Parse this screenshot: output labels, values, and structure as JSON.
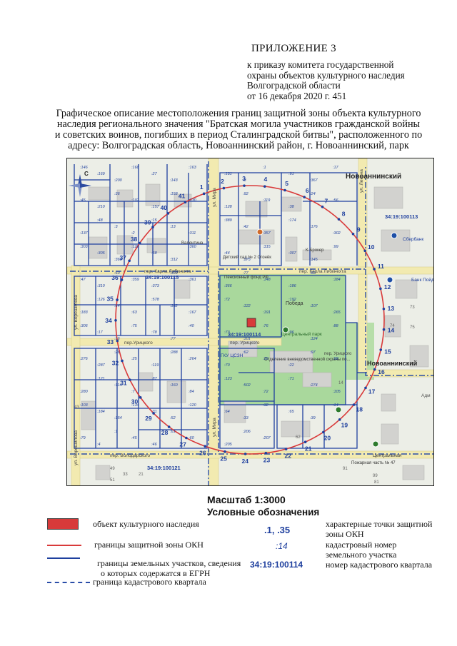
{
  "header": {
    "title": "ПРИЛОЖЕНИЕ 3",
    "lines": [
      "к  приказу  комитета  государственной",
      "охраны объектов культурного наследия",
      "Волгоградской области",
      "от 16 декабря 2020 г.  451"
    ]
  },
  "heading": "Графическое описание местоположения границ защитной зоны объекта культурного наследия регионального значения \"Братская могила участников гражданской войны и советских воинов, погибших в период Сталинградской битвы\", расположенного по адресу: Волгоградская область, Новоаннинский район, г. Новоаннинский, парк",
  "map": {
    "compass": "С",
    "quarters": [
      "34:19:100113",
      "34:19:100115",
      "34:19:100114",
      "34:19:100121"
    ],
    "streets": [
      "ул. Ленина",
      "ул. Мира",
      "пер. Карла Либкнехта",
      "пер. Карла Либкнехта",
      "пер.Урицкого",
      "пер. Урицкого",
      "пер. Володарского",
      "ул. Ворошилова",
      "ул. Ворошилова",
      "ул. Мира",
      "пер. Урицкого"
    ],
    "places": [
      "Новоаннинский",
      "Новоаннинский",
      "Сбербанк",
      "Банк Пойдём!",
      "Победа",
      "Центральный парк",
      "Детский сад № 2 Огонёк",
      "Пенсионный фонд РФ",
      "ГКУ ЦСЗН",
      "Отделение вневедомственной охраны по...",
      "Валентина",
      "К-Брокер",
      "Центральная",
      "Пожарная часть № 47",
      "Адм"
    ],
    "points": [
      "1",
      "2",
      "3",
      "4",
      "5",
      "6",
      "7",
      "8",
      "9",
      "10",
      "11",
      "12",
      "13",
      "14",
      "15",
      "16",
      "17",
      "18",
      "19",
      "20",
      "21",
      "22",
      "23",
      "24",
      "25",
      "26",
      "27",
      "28",
      "29",
      "30",
      "31",
      "32",
      "33",
      "34",
      "35",
      "36",
      "37",
      "38",
      "39",
      "40",
      "41"
    ],
    "parcels": [
      ":146",
      ":169",
      ":200",
      ":168",
      ":27",
      ":143",
      ":163",
      ":131",
      ":8",
      ":1",
      ":91",
      ":367",
      ":17",
      ":45",
      ":210",
      ":36",
      ":102",
      ":157",
      ":158",
      ":130",
      ":128",
      ":92",
      ":119",
      ":38",
      ":24",
      ":56",
      ":137",
      ":48",
      ":3",
      ":2",
      ":15",
      ":13",
      ":311",
      ":389",
      ":42",
      ":357",
      ":174",
      ":176",
      ":302",
      ":303",
      ":305",
      ":363",
      ":120",
      ":58",
      ":312",
      ":360",
      ":44",
      ":375",
      ":315",
      ":307",
      ":145",
      ":99",
      ":47",
      ":310",
      ":60",
      ":359",
      ":373",
      ":369",
      ":361",
      ":366",
      ":77",
      ":148",
      ":186",
      ":82",
      ":184",
      ":183",
      ":126",
      ":84",
      ":63",
      ":578",
      ":182",
      ":167",
      ":72",
      ":122",
      ":191",
      ":192",
      ":107",
      ":265",
      ":306",
      ":17",
      ":16",
      ":75",
      ":78",
      ":77",
      ":40",
      ":73",
      ":101",
      ":76",
      ":96",
      ":124",
      ":88",
      ":276",
      ":287",
      ":26",
      ":25",
      ":119",
      ":288",
      ":264",
      ":70",
      ":62",
      ":35",
      ":22",
      ":97",
      ":98",
      ":280",
      ":121",
      ":114",
      ":7",
      ":87",
      ":160",
      ":84",
      ":123",
      ":502",
      ":72",
      ":71",
      ":274",
      ":105",
      ":103",
      ":184",
      ":154",
      ":134",
      ":31",
      ":52",
      ":120",
      ":64",
      ":33",
      ":32",
      ":65",
      ":39",
      ":14",
      ":79",
      ":4",
      ":1",
      ":45",
      ":46",
      ":61",
      ":60",
      ":205",
      ":206",
      ":207"
    ],
    "numbers": [
      "73",
      "74",
      "75",
      "43",
      "49",
      "33",
      "21",
      "51",
      "91",
      "99",
      "81",
      "62",
      "14"
    ]
  },
  "scale": "Масштаб 1:3000",
  "legend": {
    "title": "Условные обозначения",
    "okn": "объект культурного наследия",
    "zone": "границы защитной зоны ОКН",
    "parcels": "границы земельных участков, сведения",
    "parcels2": "о которых содержатся в  ЕГРН",
    "quarter": "граница кадастрового квартала",
    "points_sample": ".1, .35",
    "points_label": "характерные точки защитной",
    "points_label2": "зоны ОКН",
    "cad_sample": ":14",
    "cad_label": "кадастровый номер",
    "cad_label2": "земельного участка",
    "quarter_sample": "34:19:100114",
    "quarter_label": "номер кадастрового квартала"
  },
  "colors": {
    "zone": "#d93a3a",
    "okn_fill": "#d83a3a",
    "parcel": "#1e3f9e",
    "quarter": "#2a4da8",
    "park": "#a6d79a",
    "road": "#f1e9a9",
    "building": "#d2d2cf"
  }
}
